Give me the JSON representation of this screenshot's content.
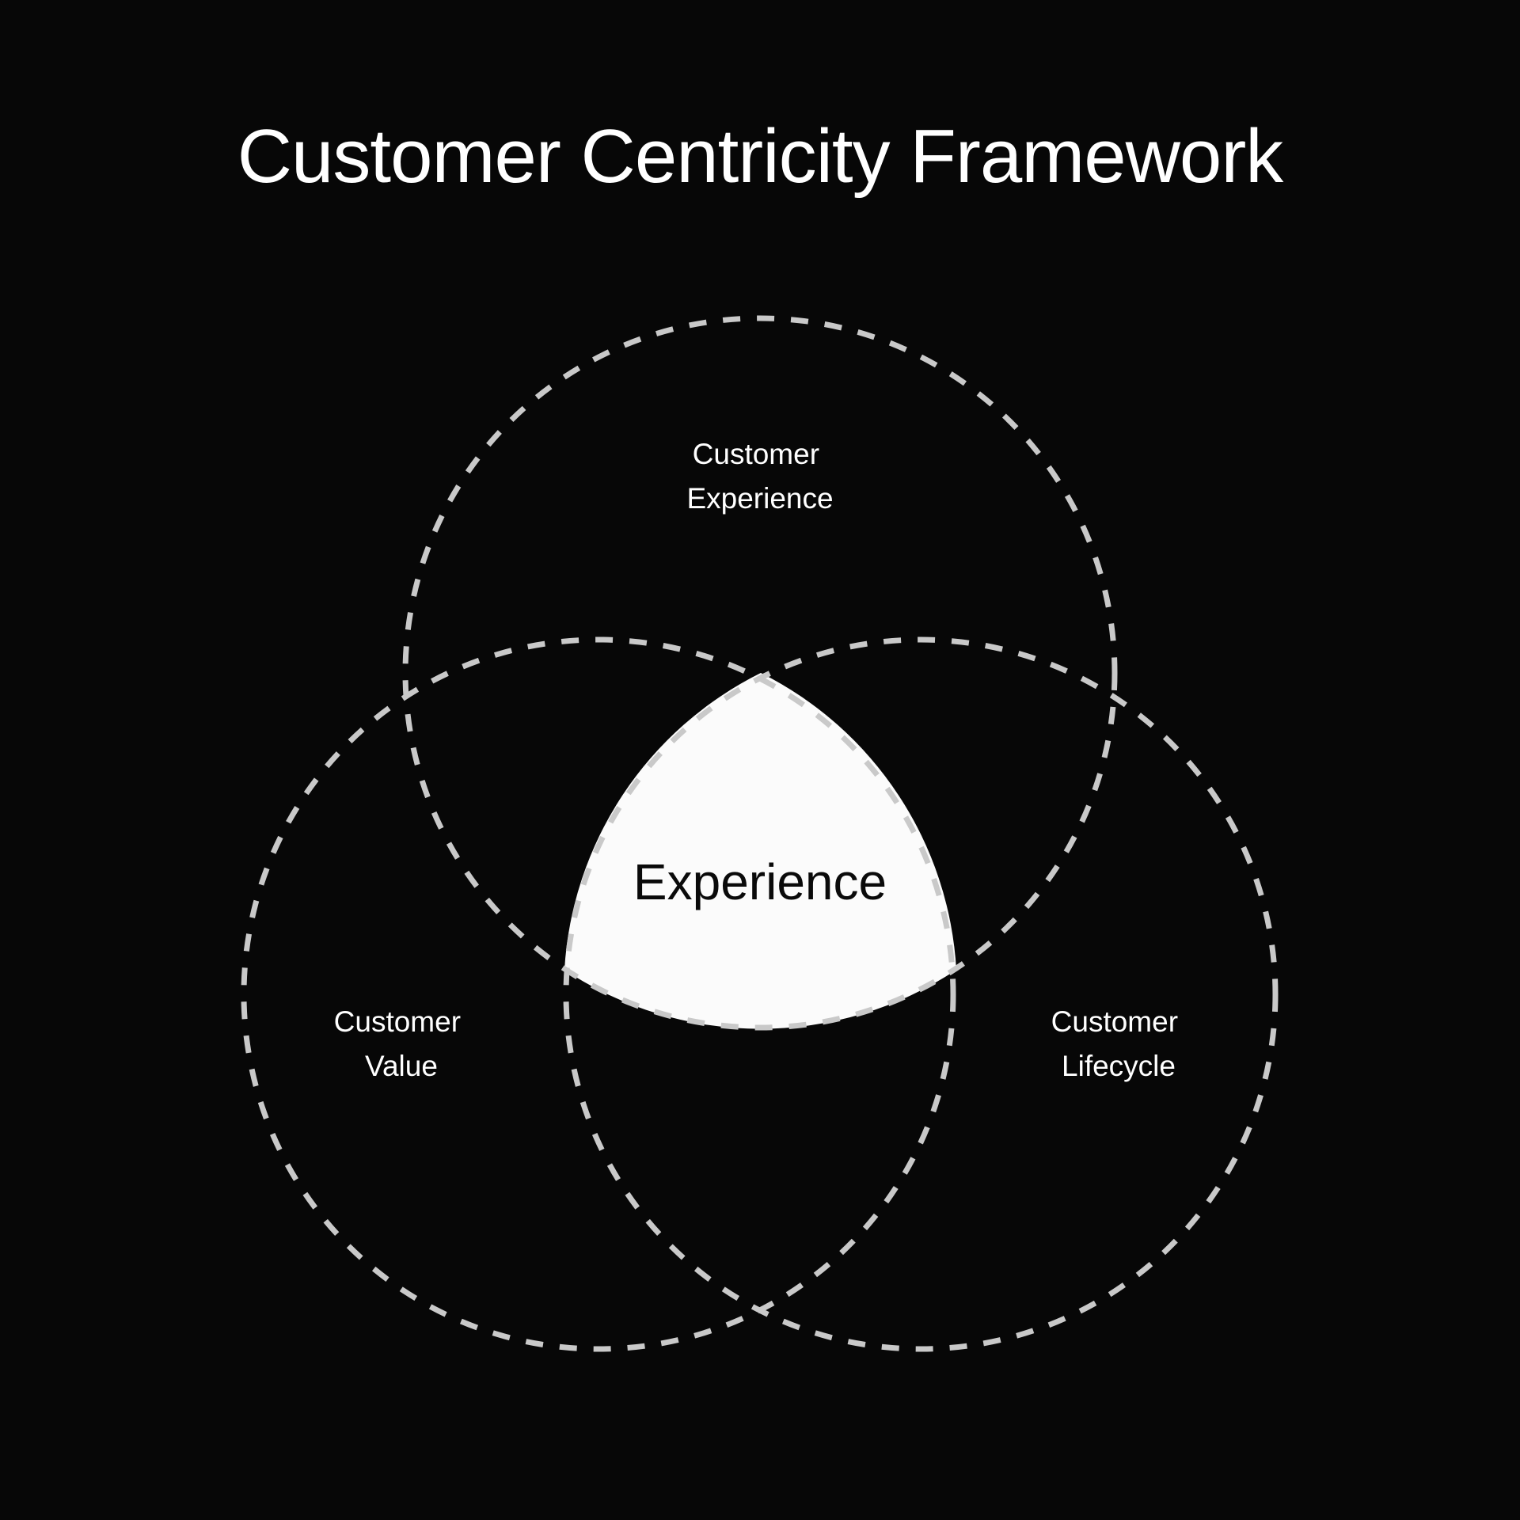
{
  "title": "Customer Centricity Framework",
  "sets": [
    {
      "line1": "Customer",
      "line2": "Experience"
    },
    {
      "line1": "Customer",
      "line2": "Value"
    },
    {
      "line1": "Customer",
      "line2": "Lifecycle"
    }
  ],
  "center_label": "Experience",
  "colors": {
    "background": "#070707",
    "text": "#ffffff",
    "dashed_outline": "#c9c9c9",
    "center_fill": "#fbfbfb",
    "center_text": "#0a0a0a"
  }
}
